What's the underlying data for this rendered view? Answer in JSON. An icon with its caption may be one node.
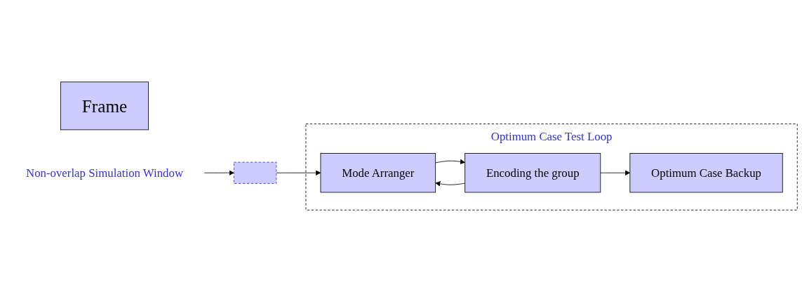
{
  "diagram": {
    "nodes": [
      {
        "text": [
          "Frame"
        ]
      },
      {
        "text": [],
        "shape": "box"
      },
      {
        "text": [
          "Non-overlap Simulation Window"
        ]
      },
      {
        "text": [
          "Optimum Case Test Loop"
        ]
      },
      {
        "text": [
          "Mode Arranger"
        ],
        "in": 3
      },
      {
        "text": [
          "Encoding the group"
        ],
        "in": 3
      },
      {
        "text": [
          "Optimum Case Backup"
        ],
        "in": 3
      }
    ],
    "edges": [
      {
        "from": 2,
        "to": 1,
        "arrow": "to"
      },
      {
        "from": 1,
        "to": 4,
        "arrow": "to"
      },
      {
        "from": 4,
        "to": 5,
        "arrow": "to"
      },
      {
        "from": 5,
        "to": 4,
        "arrow": "to"
      },
      {
        "from": 5,
        "to": 6,
        "arrow": "to"
      }
    ]
  }
}
